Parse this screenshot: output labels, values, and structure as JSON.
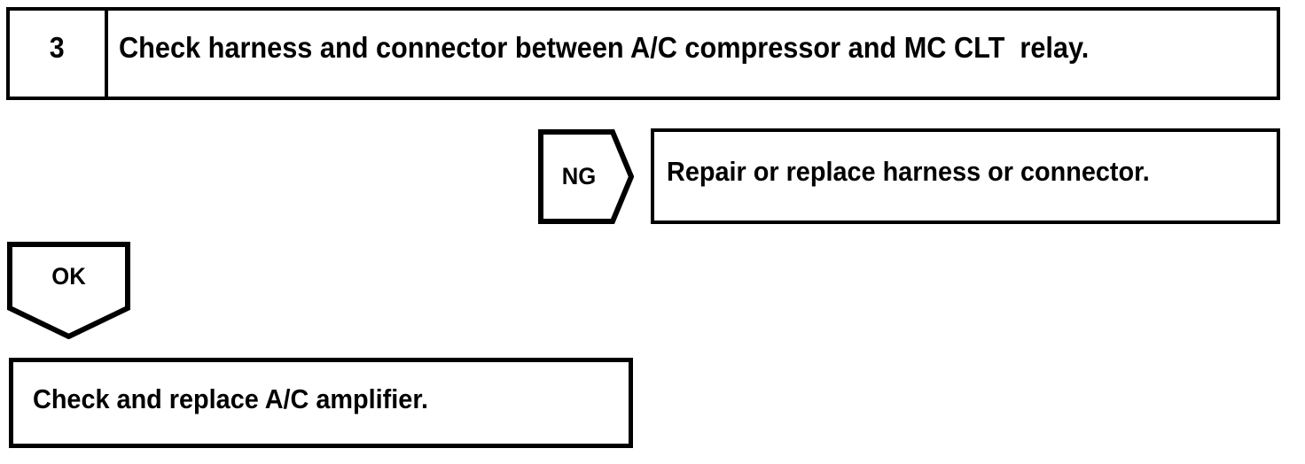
{
  "document": {
    "kind": "troubleshooting-flowchart",
    "colors": {
      "ink": "#000000",
      "paper": "#ffffff"
    }
  },
  "step": {
    "number": "3",
    "instruction": "Check harness and connector between A/C compressor and MC CLT  relay."
  },
  "branches": {
    "ng": {
      "label": "NG",
      "arrow_icon": "arrow-right-pentagon-icon",
      "result": "Repair or replace harness or connector."
    },
    "ok": {
      "label": "OK",
      "arrow_icon": "arrow-down-pentagon-icon",
      "result": "Check and replace A/C amplifier."
    }
  }
}
